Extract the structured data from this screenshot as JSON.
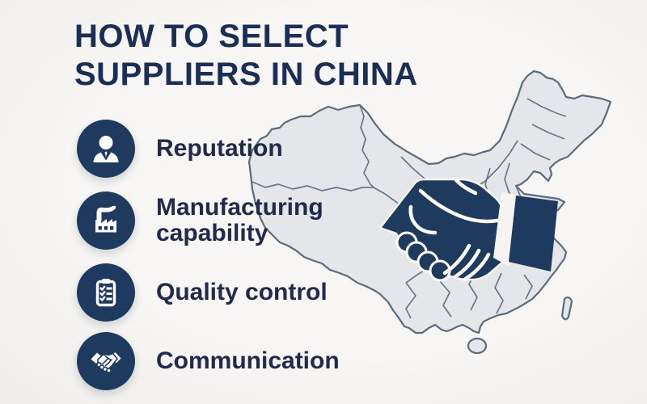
{
  "header": {
    "title": "HOW TO SELECT SUPPLIERS IN CHINA"
  },
  "items": [
    {
      "label": "Reputation",
      "icon": "person-icon"
    },
    {
      "label": "Manufacturing capability",
      "icon": "factory-icon"
    },
    {
      "label": "Quality control",
      "icon": "clipboard-checklist-icon"
    },
    {
      "label": "Communication",
      "icon": "handshake-icon"
    }
  ],
  "illustration": {
    "map": "china-map",
    "overlay": "handshake-illustration"
  },
  "colors": {
    "navy": "#1e3a5f",
    "title_navy": "#1b2f56",
    "label_navy": "#222a4c",
    "map_fill": "#e4e6ea",
    "map_stroke": "#5c6b7b",
    "background": "#f5f4f1",
    "icon_white": "#ffffff"
  }
}
